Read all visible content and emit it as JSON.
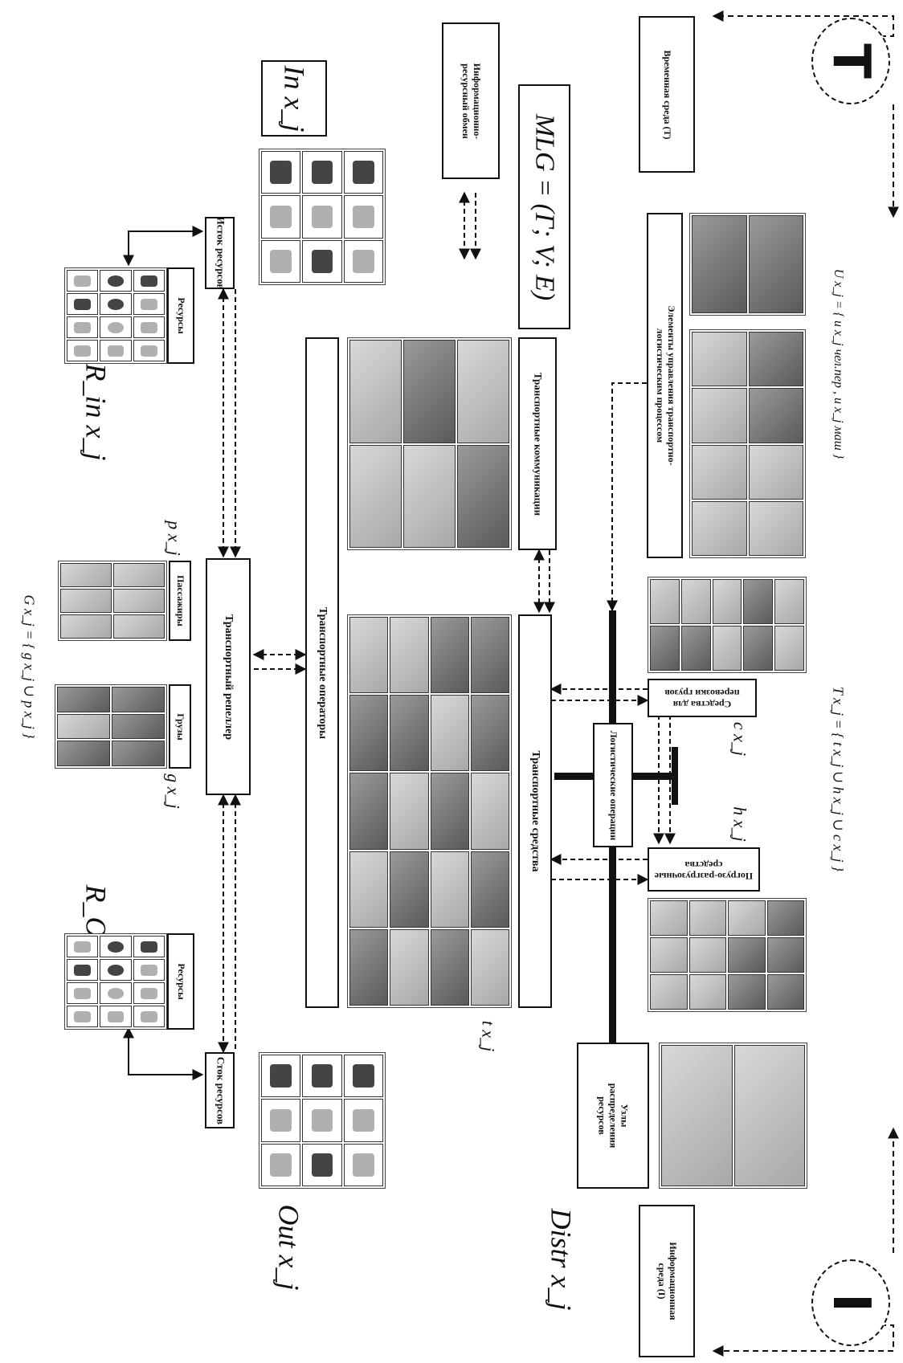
{
  "labels": {
    "istok": "Исток ресурсов",
    "stok": "Сток ресурсов",
    "resursy_top": "Ресурсы",
    "resursy_bottom": "Ресурсы",
    "transport_repeller": "Транспортный репеллер",
    "passengers": "Пассажиры",
    "cargo": "Грузы",
    "transport_operators": "Транспортные операторы",
    "transport_communications": "Транспортные коммуникации",
    "transport_means": "Транспортные средства",
    "logistic_operations": "Логистические операции",
    "cargo_means_line1": "Средства для",
    "cargo_means_line2": "перевозки грузов",
    "loading_means_line1": "Погрузо-разгрузочные",
    "loading_means_line2": "средства",
    "control_elements_line1": "Элементы управления транспортно-",
    "control_elements_line2": "логистическим процессом",
    "distribution_nodes_line1": "Узлы",
    "distribution_nodes_line2": "распределения",
    "distribution_nodes_line3": "ресурсов",
    "info_exchange_line1": "Информационно-",
    "info_exchange_line2": "ресурсный обмен",
    "time_env": "Временная среда (Т)",
    "info_env_line1": "Информационная",
    "info_env_line2": "среда (I)"
  },
  "math": {
    "in_xj": "In x_j",
    "out_xj": "Out x_j",
    "distr_xj": "Distr x_j",
    "rin_xj": "R_in x_j",
    "rout_xj": "R_Out x_j",
    "mlg": "MLG = (Γ; V; E)",
    "g_set": "G x_j = { g x_j ∪ p x_j }",
    "t_set": "T x_j = { t x_j ∪ h x_j ∪ c x_j }",
    "u_set": "U x_j = { u x_j чел.пер , u x_j маш }",
    "p_xj": "p x_j",
    "g_xj": "g x_j",
    "t_xj": "t x_j",
    "c_xj": "c x_j",
    "h_xj": "h x_j"
  },
  "symbols": {
    "time_symbol": "T",
    "info_symbol": "I"
  },
  "icons": [
    "factory-icon",
    "building-icon",
    "gas-flame-icon",
    "oil-drop-icon",
    "fuel-pump-icon",
    "wheat-icon",
    "tanker-icon",
    "train-icon",
    "aircraft-icon",
    "truck-icon",
    "crane-icon",
    "container-icon",
    "operator-icon"
  ]
}
